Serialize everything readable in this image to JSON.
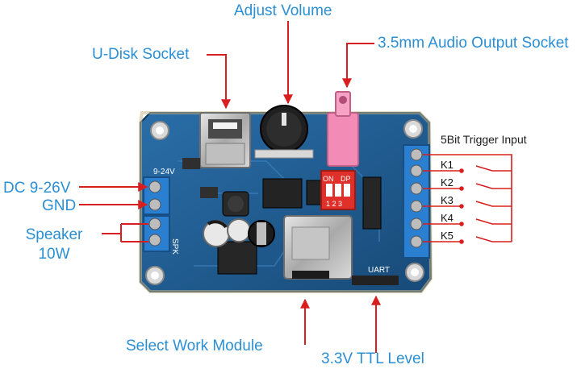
{
  "labels": {
    "adjust_volume": "Adjust Volume",
    "u_disk_socket": "U-Disk Socket",
    "audio_output_socket": "3.5mm Audio Output Socket",
    "trigger_input": "5Bit Trigger Input",
    "dc_power": "DC 9-26V",
    "gnd": "GND",
    "speaker": "Speaker",
    "speaker_power": "10W",
    "select_work_module": "Select Work Module",
    "ttl_level": "3.3V TTL Level"
  },
  "trigger_keys": [
    "K1",
    "K2",
    "K3",
    "K4",
    "K5"
  ],
  "board_silkscreen": {
    "power_input": "9-24V",
    "speaker_port": "SPK",
    "uart": "UART",
    "dip_on": "ON",
    "dip_dp": "DP",
    "dip_numbers": "1 2 3"
  },
  "colors": {
    "label_blue": "#2a8fd4",
    "arrow_red": "#d81e1e",
    "pcb_blue": "#1f5a8f",
    "terminal_blue": "#2b7fd0",
    "audio_jack_pink": "#f28bb5",
    "dip_red": "#e0302a"
  }
}
